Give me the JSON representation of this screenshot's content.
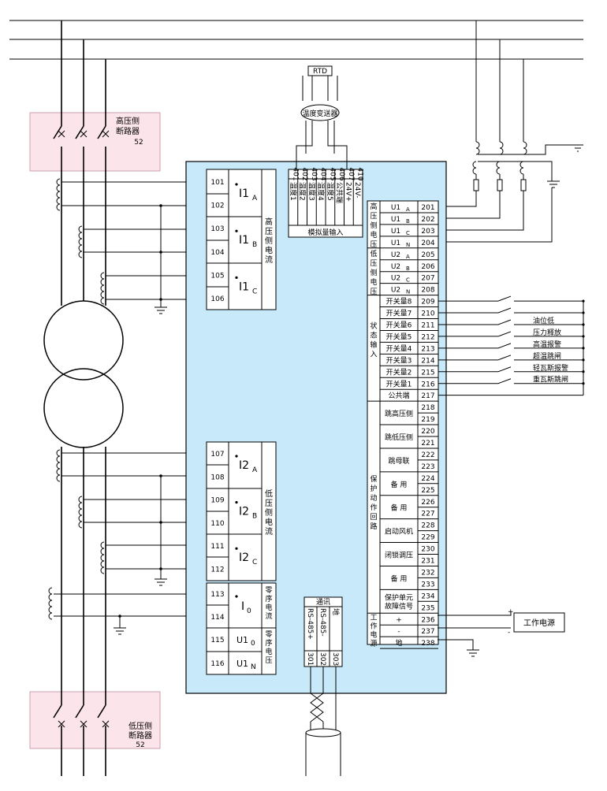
{
  "breakers": {
    "hv": {
      "line1": "高压侧",
      "line2": "断路器",
      "code": "52"
    },
    "lv": {
      "line1": "低压侧",
      "line2": "断路器",
      "code": "52"
    }
  },
  "rtd": {
    "label": "RTD",
    "transmitter": "温度变送器"
  },
  "analog": {
    "terminals": [
      "401",
      "402",
      "403",
      "404",
      "405",
      "406",
      "407",
      "410"
    ],
    "labels": [
      "温度1",
      "温度2",
      "温度3",
      "温度4",
      "温度5",
      "公共端",
      "24V+",
      "24V-"
    ],
    "title": "模拟量输入"
  },
  "hv_current": {
    "title": "高压侧电流",
    "channels": [
      {
        "name": "I1",
        "sub": "A",
        "t1": "101",
        "t2": "102"
      },
      {
        "name": "I1",
        "sub": "B",
        "t1": "103",
        "t2": "104"
      },
      {
        "name": "I1",
        "sub": "C",
        "t1": "105",
        "t2": "106"
      }
    ]
  },
  "lv_current": {
    "title": "低压侧电流",
    "channels": [
      {
        "name": "I2",
        "sub": "A",
        "t1": "107",
        "t2": "108"
      },
      {
        "name": "I2",
        "sub": "B",
        "t1": "109",
        "t2": "110"
      },
      {
        "name": "I2",
        "sub": "C",
        "t1": "111",
        "t2": "112"
      }
    ]
  },
  "zero_current": {
    "title": "零序电流",
    "name": "I",
    "sub": "0",
    "t1": "113",
    "t2": "114"
  },
  "zero_voltage": {
    "title": "零序电压",
    "rows": [
      {
        "name": "U1",
        "sub": "0",
        "t": "115"
      },
      {
        "name": "U1",
        "sub": "N",
        "t": "116"
      }
    ]
  },
  "hv_voltage": {
    "title": "高压侧电压",
    "rows": [
      {
        "name": "U1",
        "sub": "A",
        "t": "201"
      },
      {
        "name": "U1",
        "sub": "B",
        "t": "202"
      },
      {
        "name": "U1",
        "sub": "C",
        "t": "203"
      },
      {
        "name": "U1",
        "sub": "N",
        "t": "204"
      }
    ]
  },
  "lv_voltage": {
    "title": "低压侧电压",
    "rows": [
      {
        "name": "U2",
        "sub": "A",
        "t": "205"
      },
      {
        "name": "U2",
        "sub": "B",
        "t": "206"
      },
      {
        "name": "U2",
        "sub": "C",
        "t": "207"
      },
      {
        "name": "U2",
        "sub": "N",
        "t": "208"
      }
    ]
  },
  "status_input": {
    "title": "状态输入",
    "rows": [
      {
        "label": "开关量8",
        "t": "209"
      },
      {
        "label": "开关量7",
        "t": "210"
      },
      {
        "label": "开关量6",
        "t": "211"
      },
      {
        "label": "开关量5",
        "t": "212"
      },
      {
        "label": "开关量4",
        "t": "213"
      },
      {
        "label": "开关量3",
        "t": "214"
      },
      {
        "label": "开关量2",
        "t": "215"
      },
      {
        "label": "开关量1",
        "t": "216"
      },
      {
        "label": "公共端",
        "t": "217"
      }
    ],
    "signals": [
      "油位低",
      "压力释放",
      "高温报警",
      "超温跳闸",
      "轻瓦斯报警",
      "重瓦斯跳闸"
    ]
  },
  "protection": {
    "title": "保护动作回路",
    "groups": [
      {
        "label": "跳高压侧",
        "t1": "218",
        "t2": "219"
      },
      {
        "label": "跳低压侧",
        "t1": "220",
        "t2": "221"
      },
      {
        "label": "跳母联",
        "t1": "222",
        "t2": "223"
      },
      {
        "label": "备 用",
        "t1": "224",
        "t2": "225"
      },
      {
        "label": "备 用",
        "t1": "226",
        "t2": "227"
      },
      {
        "label": "启动风机",
        "t1": "228",
        "t2": "229"
      },
      {
        "label": "闭锁调压",
        "t1": "230",
        "t2": "231"
      },
      {
        "label": "备 用",
        "t1": "232",
        "t2": "233"
      },
      {
        "label": "保护单元故障信号",
        "t1": "234",
        "t2": "235"
      }
    ]
  },
  "power": {
    "title": "工作电源",
    "rows": [
      {
        "label": "+",
        "t": "236"
      },
      {
        "label": "-",
        "t": "237"
      },
      {
        "label": "地",
        "t": "238"
      }
    ],
    "source": "工作电源"
  },
  "comm": {
    "title": "通讯",
    "terminals": [
      "301",
      "302",
      "303"
    ],
    "labels": [
      "RS-485+",
      "RS-485-",
      "地"
    ]
  }
}
